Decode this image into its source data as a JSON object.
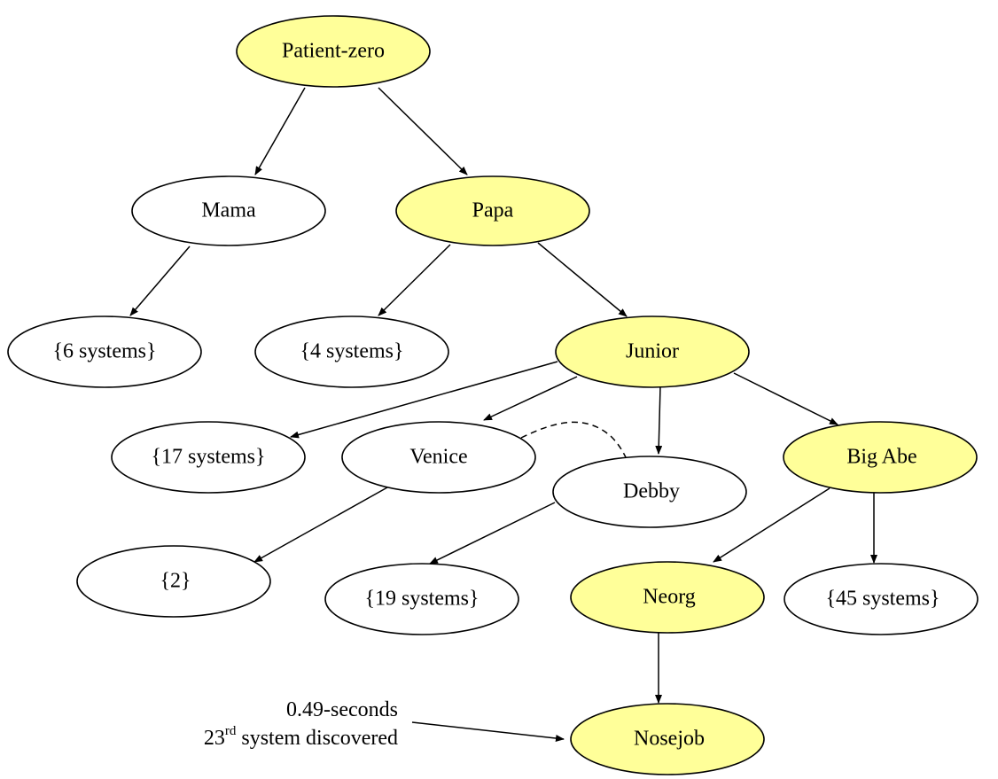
{
  "colors": {
    "highlight": "#ffff99",
    "default": "#ffffff",
    "stroke": "#000000"
  },
  "nodes": {
    "patient_zero": {
      "label": "Patient-zero",
      "highlighted": true
    },
    "mama": {
      "label": "Mama",
      "highlighted": false
    },
    "papa": {
      "label": "Papa",
      "highlighted": true
    },
    "mama_systems": {
      "label": "{6 systems}",
      "highlighted": false
    },
    "papa_systems": {
      "label": "{4 systems}",
      "highlighted": false
    },
    "junior": {
      "label": "Junior",
      "highlighted": true
    },
    "junior_systems": {
      "label": "{17 systems}",
      "highlighted": false
    },
    "venice": {
      "label": "Venice",
      "highlighted": false
    },
    "debby": {
      "label": "Debby",
      "highlighted": false
    },
    "big_abe": {
      "label": "Big Abe",
      "highlighted": true
    },
    "venice_systems": {
      "label": "{2}",
      "highlighted": false
    },
    "debby_systems": {
      "label": "{19 systems}",
      "highlighted": false
    },
    "neorg": {
      "label": "Neorg",
      "highlighted": true
    },
    "big_abe_systems": {
      "label": "{45 systems}",
      "highlighted": false
    },
    "nosejob": {
      "label": "Nosejob",
      "highlighted": true
    }
  },
  "edges": [
    {
      "from": "patient_zero",
      "to": "mama",
      "style": "solid"
    },
    {
      "from": "patient_zero",
      "to": "papa",
      "style": "solid"
    },
    {
      "from": "mama",
      "to": "mama_systems",
      "style": "solid"
    },
    {
      "from": "papa",
      "to": "papa_systems",
      "style": "solid"
    },
    {
      "from": "papa",
      "to": "junior",
      "style": "solid"
    },
    {
      "from": "junior",
      "to": "junior_systems",
      "style": "solid"
    },
    {
      "from": "junior",
      "to": "venice",
      "style": "solid"
    },
    {
      "from": "junior",
      "to": "debby",
      "style": "solid"
    },
    {
      "from": "junior",
      "to": "big_abe",
      "style": "solid"
    },
    {
      "from": "venice",
      "to": "venice_systems",
      "style": "solid"
    },
    {
      "from": "debby",
      "to": "debby_systems",
      "style": "solid"
    },
    {
      "from": "big_abe",
      "to": "neorg",
      "style": "solid"
    },
    {
      "from": "big_abe",
      "to": "big_abe_systems",
      "style": "solid"
    },
    {
      "from": "neorg",
      "to": "nosejob",
      "style": "solid"
    },
    {
      "from": "venice",
      "to": "debby",
      "style": "dashed"
    }
  ],
  "annotation": {
    "line1": "0.49-seconds",
    "line2_prefix": "23",
    "line2_superscript": "rd",
    "line2_suffix": " system discovered",
    "points_to": "nosejob"
  }
}
